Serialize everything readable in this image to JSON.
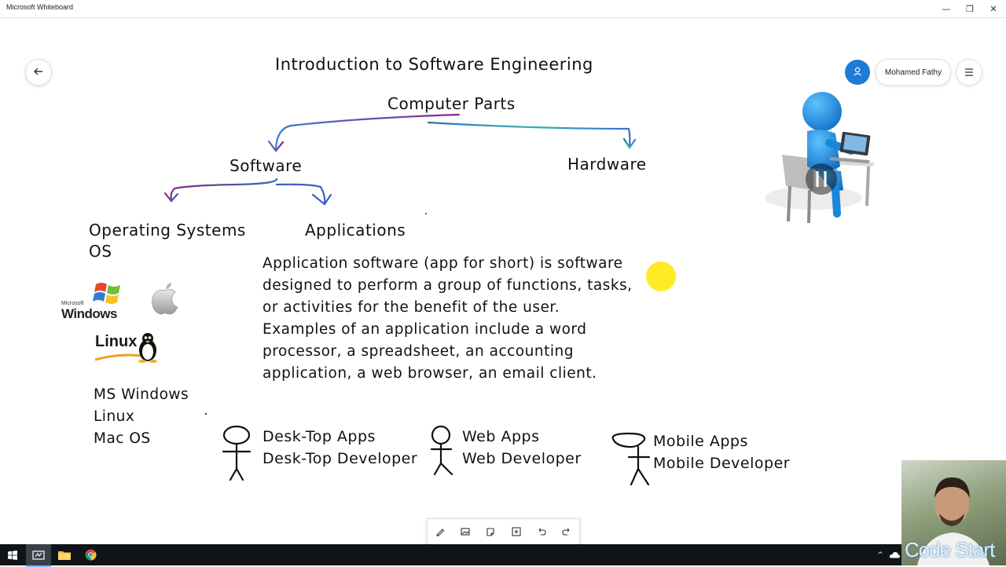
{
  "window": {
    "title": "Microsoft Whiteboard",
    "minimize": "—",
    "restore": "❐",
    "close": "✕"
  },
  "header": {
    "user_name": "Mohamed Fathy",
    "avatar_icon": "person-icon",
    "menu_icon": "hamburger-icon",
    "back_icon": "back-arrow-icon"
  },
  "board": {
    "title": "Introduction to Software Engineering",
    "root": "Computer Parts",
    "software": "Software",
    "hardware": "Hardware",
    "os_line1": "Operating Systems",
    "os_line2": "OS",
    "applications": "Applications",
    "description": [
      "Application software (app for short) is software",
      "designed to perform a group of functions, tasks,",
      "or activities for the benefit of the user.",
      "Examples of an application include a word",
      "processor, a spreadsheet, an accounting",
      "application, a web browser, an email client."
    ],
    "os_list": [
      "MS Windows",
      "Linux",
      "Mac OS"
    ],
    "logos": {
      "windows_small": "Microsoft",
      "windows_big": "Windows",
      "linux": "Linux"
    },
    "roles": [
      {
        "app": "Desk-Top Apps",
        "dev": "Desk-Top Developer"
      },
      {
        "app": "Web Apps",
        "dev": "Web Developer"
      },
      {
        "app": "Mobile Apps",
        "dev": "Mobile Developer"
      }
    ]
  },
  "toolbar": {
    "tools": [
      "pen-icon",
      "image-icon",
      "note-icon",
      "add-icon",
      "undo-icon",
      "redo-icon"
    ]
  },
  "webcam": {
    "brand": "Code Start"
  },
  "colors": {
    "accent": "#1e7bd6",
    "ink": "#111111",
    "taskbar": "#101418",
    "pointer": "#ffe600"
  }
}
